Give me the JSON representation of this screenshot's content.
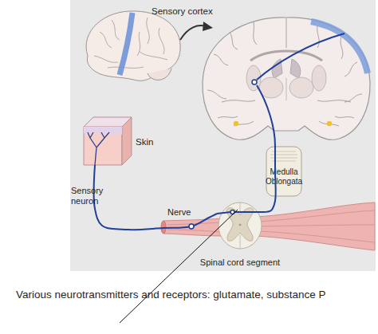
{
  "diagram": {
    "nodes": [
      {
        "text": [
          "Sensory cortex"
        ]
      },
      {
        "text": [
          "Skin"
        ]
      },
      {
        "text": [
          "Medulla Oblongata"
        ]
      },
      {
        "text": [
          "Spinal cord segment"
        ]
      }
    ],
    "edges": [
      {
        "from": 1,
        "to": 3,
        "arrow": "none"
      },
      {
        "from": 3,
        "to": 0,
        "arrow": "none"
      }
    ],
    "labels": [
      "Sensory neuron",
      "Nerve",
      "Various neurotransmitters and receptors: glutamate, substance P"
    ]
  }
}
